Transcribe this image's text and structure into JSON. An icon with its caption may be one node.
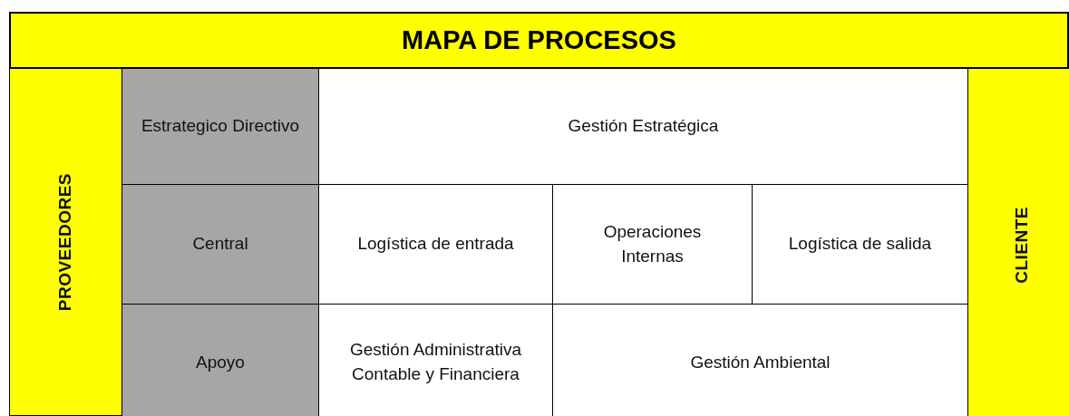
{
  "diagram": {
    "title": "MAPA DE PROCESOS",
    "nodes": [
      {
        "text": [
          "PROVEEDORES"
        ]
      },
      {
        "text": [
          "Estrategico Directivo"
        ]
      },
      {
        "text": [
          "Gestión Estratégica"
        ]
      },
      {
        "text": [
          "Central"
        ]
      },
      {
        "text": [
          "Logística de entrada"
        ]
      },
      {
        "text": [
          "Operaciones Internas"
        ]
      },
      {
        "text": [
          "Logística de salida"
        ]
      },
      {
        "text": [
          "Apoyo"
        ]
      },
      {
        "text": [
          "Gestión Administrativa Contable y Financiera"
        ]
      },
      {
        "text": [
          "Gestión Ambiental"
        ]
      },
      {
        "text": [
          "CLIENTE"
        ]
      }
    ]
  }
}
